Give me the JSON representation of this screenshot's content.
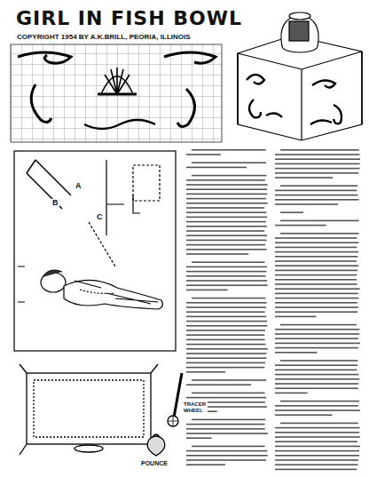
{
  "diagram": {
    "title": "GIRL IN FISH BOWL",
    "labels": [
      "COPYRIGHT 1954 BY A.K.BRILL, PEORIA, ILLINOIS",
      "A",
      "B",
      "C",
      "TRACER WHEEL",
      "POUNCE"
    ]
  }
}
